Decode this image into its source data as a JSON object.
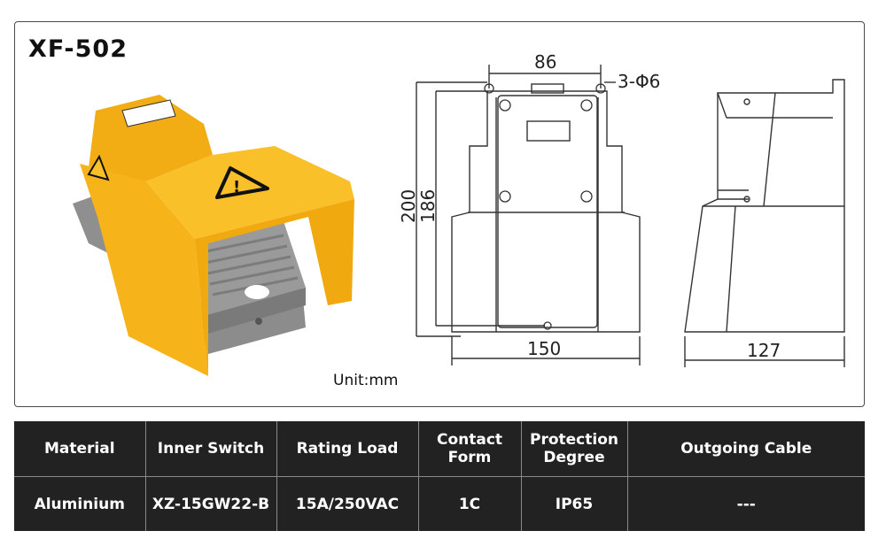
{
  "product": {
    "model": "XF-502",
    "unit_note": "Unit:mm",
    "colors": {
      "housing": "#f6b41a",
      "pedal": "#8c8c8c",
      "table": "#222222"
    }
  },
  "drawing": {
    "front_view": {
      "width_top": "86",
      "holes": "3-Φ6",
      "height_total": "200",
      "height_inner": "186",
      "width_base": "150"
    },
    "side_view": {
      "depth": "127"
    }
  },
  "specs": {
    "headers": [
      "Material",
      "Inner Switch",
      "Rating Load",
      "Contact Form",
      "Protection Degree",
      "Outgoing Cable"
    ],
    "values": [
      "Aluminium",
      "XZ-15GW22-B",
      "15A/250VAC",
      "1C",
      "IP65",
      "---"
    ]
  }
}
